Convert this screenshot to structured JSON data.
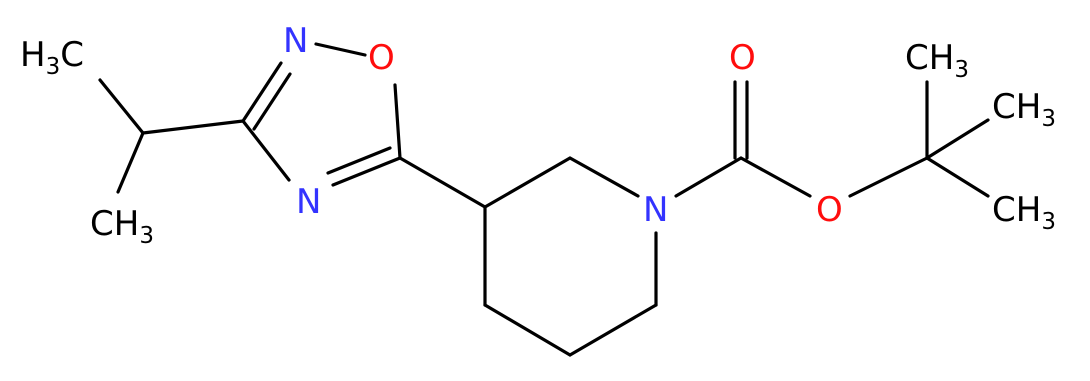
{
  "molecule": {
    "labels": {
      "methyl_a": {
        "main": "H",
        "sub": "3",
        "tail": "C"
      },
      "methyl_b": {
        "main": "CH",
        "sub": "3"
      },
      "methyl_c": {
        "main": "CH",
        "sub": "3"
      },
      "methyl_d": {
        "main": "CH",
        "sub": "3"
      },
      "methyl_e": {
        "main": "CH",
        "sub": "3"
      },
      "ring_n_top": "N",
      "ring_o": "O",
      "ring_n_bottom": "N",
      "piperidine_n": "N",
      "carbonyl_o": "O",
      "ester_o": "O"
    },
    "colors": {
      "carbon": "#000000",
      "nitrogen": "#3333ff",
      "oxygen": "#ff0d0d"
    }
  }
}
